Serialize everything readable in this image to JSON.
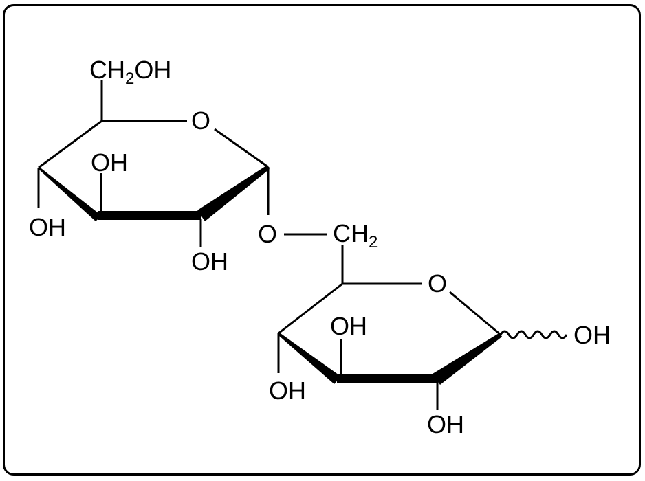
{
  "diagram": {
    "type": "chemical-structure",
    "description": "Disaccharide: two pyranose rings linked by an O-CH2 (1→6) glycosidic bond, Haworth projection",
    "ring1": {
      "substituent_top": {
        "main": "CH",
        "sub": "2",
        "tail": "OH"
      },
      "ring_oxygen": "O",
      "hydroxyls": [
        "OH",
        "OH",
        "OH"
      ]
    },
    "linkage": {
      "oxygen": "O",
      "methylene": {
        "main": "CH",
        "sub": "2"
      }
    },
    "ring2": {
      "ring_oxygen": "O",
      "hydroxyls": [
        "OH",
        "OH",
        "OH"
      ],
      "anomeric_hydroxyl": "OH",
      "anomeric_bond": "wavy"
    },
    "colors": {
      "stroke": "#000000",
      "background": "#ffffff"
    }
  }
}
